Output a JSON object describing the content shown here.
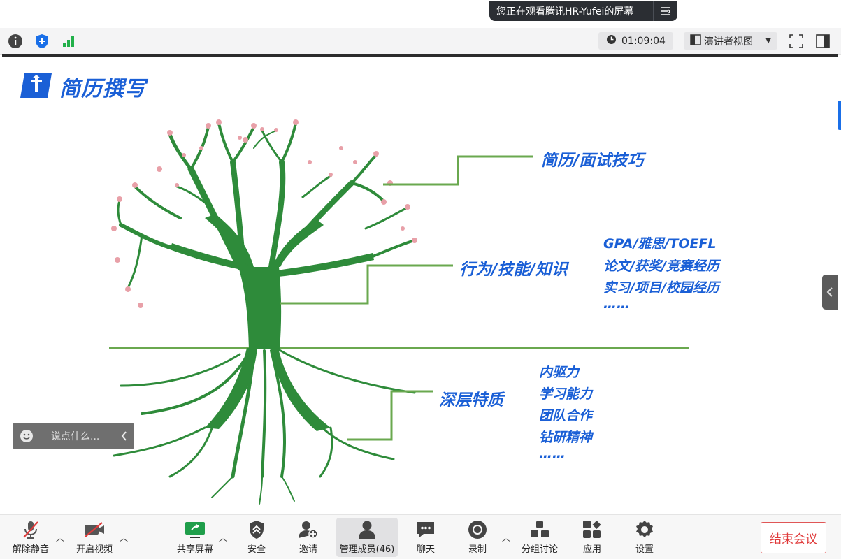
{
  "banner": {
    "text": "您正在观看腾讯HR-Yufei的屏幕"
  },
  "topbar": {
    "timer": "01:09:04",
    "view_mode": "演讲者视图"
  },
  "slide": {
    "title": "简历撰写",
    "branches": {
      "top": "简历/面试技巧",
      "middle": "行为/技能/知识",
      "root": "深层特质"
    },
    "middle_items": [
      "GPA/雅思/TOEFL",
      "论文/获奖/竞赛经历",
      "实习/项目/校园经历",
      "……"
    ],
    "root_items": [
      "内驱力",
      "学习能力",
      "团队合作",
      "钻研精神",
      "……"
    ],
    "colors": {
      "accent_blue": "#1a5fd6",
      "tree_green": "#2e8b3a",
      "line_green": "#6aa84f",
      "blossom": "#e8a0a8"
    }
  },
  "chat": {
    "placeholder": "说点什么..."
  },
  "toolbar": {
    "unmute": "解除静音",
    "start_video": "开启视频",
    "share_screen": "共享屏幕",
    "security": "安全",
    "invite": "邀请",
    "manage_members": "管理成员(46)",
    "chat": "聊天",
    "record": "录制",
    "breakout": "分组讨论",
    "apps": "应用",
    "settings": "设置",
    "end_meeting": "结束会议"
  }
}
